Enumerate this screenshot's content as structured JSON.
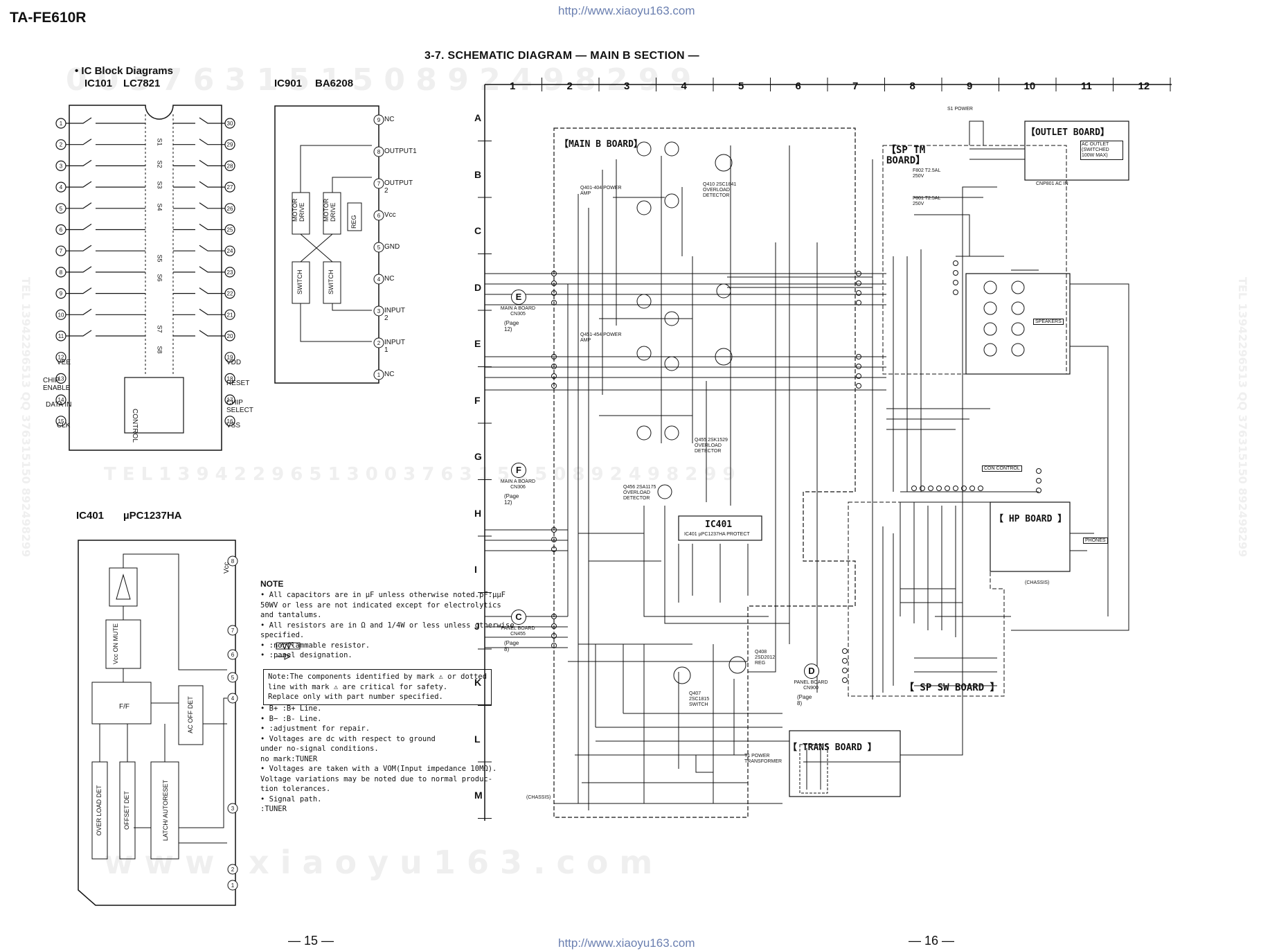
{
  "header": {
    "model": "TA-FE610R",
    "url_top": "http://www.xiaoyu163.com",
    "url_bottom": "http://www.xiaoyu163.com"
  },
  "section_title": "3-7.   SCHEMATIC DIAGRAM — MAIN B SECTION —",
  "watermark": {
    "digits_top": "0 0 3 7 6 3 1 5 1 5 0   8 9 2 4 9 8 2 9 9",
    "tel_row": "T E L   1 3 9 4 2 2 9 6 5 1 3   0 0 3 7 6 3 1 5 1 5 0   8 9 2 4 9 8 2 9 9",
    "www": "w w w . x i a o y u 1 6 3 . c o m",
    "side": "TEL 13942296513  QQ 376315150  892498299"
  },
  "block_diagrams": {
    "heading": "• IC Block Diagrams",
    "ic101": {
      "name": "IC101",
      "part": "LC7821",
      "left_labels": [
        "VEE",
        "CHIP ENABLE",
        "DATA IN",
        "CLK"
      ],
      "right_labels": [
        "VDD",
        "RESET",
        "CHIP SELECT",
        "VSS"
      ],
      "block": "CONTROL",
      "switches": [
        "S1",
        "S2",
        "S3",
        "S4",
        "S5",
        "S6",
        "S7",
        "S8"
      ]
    },
    "ic901": {
      "name": "IC901",
      "part": "BA6208",
      "pins": [
        "NC",
        "OUTPUT1",
        "OUTPUT 2",
        "Vcc",
        "GND",
        "NC",
        "INPUT 2",
        "INPUT 1",
        "NC"
      ],
      "blocks": [
        "MOTOR DRIVE",
        "MOTOR DRIVE",
        "REG",
        "SWITCH",
        "SWITCH"
      ]
    },
    "ic401": {
      "name": "IC401",
      "part": "µPC1237HA",
      "vcc": "Vcc",
      "blocks": [
        "Vcc ON MUTE",
        "F/F",
        "AC OFF DET",
        "OVER LOAD DET",
        "OFFSET DET",
        "LATCH/ AUTORESET"
      ]
    }
  },
  "grid": {
    "columns": [
      "1",
      "2",
      "3",
      "4",
      "5",
      "6",
      "7",
      "8",
      "9",
      "10",
      "11",
      "12"
    ],
    "rows": [
      "A",
      "B",
      "C",
      "D",
      "E",
      "F",
      "G",
      "H",
      "I",
      "J",
      "K",
      "L",
      "M"
    ]
  },
  "boards": {
    "main_b": "【MAIN B BOARD】",
    "outlet": "【OUTLET BOARD】",
    "sp_tm": "【SP TM BOARD】",
    "hp": "【 HP BOARD 】",
    "sp_sw": "【 SP SW BOARD 】",
    "trans": "【 TRANS BOARD 】",
    "ic401_box": "IC401",
    "ic401_sub": "IC401 µPC1237HA PROTECT"
  },
  "connectors": {
    "e": {
      "letter": "E",
      "text": "MAIN A BOARD CN305",
      "page": "(Page 12)"
    },
    "f": {
      "letter": "F",
      "text": "MAIN A BOARD CN306",
      "page": "(Page 12)"
    },
    "c": {
      "letter": "C",
      "text": "PANEL BOARD CN455",
      "page": "(Page 8)"
    },
    "d": {
      "letter": "D",
      "text": "PANEL BOARD CN900",
      "page": "(Page 8)"
    }
  },
  "schematic_labels": {
    "power_amp_1": "Q401-404 POWER AMP",
    "power_amp_2": "Q451-454 POWER AMP",
    "overload_1": "Q410 2SC1841 OVERLOAD DETECTOR",
    "overload_2": "Q455 2SK1529 OVERLOAD DETECTOR",
    "overload_3": "Q456 2SA1175 OVERLOAD DETECTOR",
    "switch": "Q407 2SC1815 SWITCH",
    "reg": "Q408 2SD2012 REG",
    "power_transformer": "T1 POWER TRANSFORMER",
    "ac_in": "CNP801 AC IN",
    "ac_outlet": "AC OUTLET (SWITCHED 100W MAX)",
    "speakers": "SPEAKERS",
    "phones": "PHONES",
    "chassis": "(CHASSIS)",
    "power": "S1 POWER",
    "con_control": "CON CONTROL",
    "fuse1": "F802 T2.5AL 250V",
    "fuse2": "F801 T2.5AL 250V"
  },
  "notes": {
    "title": "NOTE",
    "lines": [
      "• All capacitors are in µF unless otherwise noted.pF:µµF",
      "  50WV or less are not indicated except for electrolytics",
      "  and tantalums.",
      "• All resistors are in Ω and 1/4W or less unless otherwise",
      "  specified.",
      "•           :nonflammable resistor.",
      "•           :panel designation."
    ],
    "caution": [
      "Note:The components identified by mark ⚠ or dotted",
      "     line with mark ⚠ are critical for safety.",
      "     Replace only with part number specified."
    ],
    "lines2": [
      "•  B+   :B+ Line.",
      "•  B−   :B- Line.",
      "•           :adjustment for repair.",
      "• Voltages are dc with respect to ground",
      "  under no-signal conditions.",
      "  no mark:TUNER",
      "• Voltages are taken with a VOM(Input impedance 10MΩ).",
      "  Voltage variations may be noted due to normal produc-",
      "  tion tolerances.",
      "• Signal path.",
      "        :TUNER"
    ]
  },
  "pages": {
    "left": "— 15 —",
    "right": "— 16 —"
  }
}
